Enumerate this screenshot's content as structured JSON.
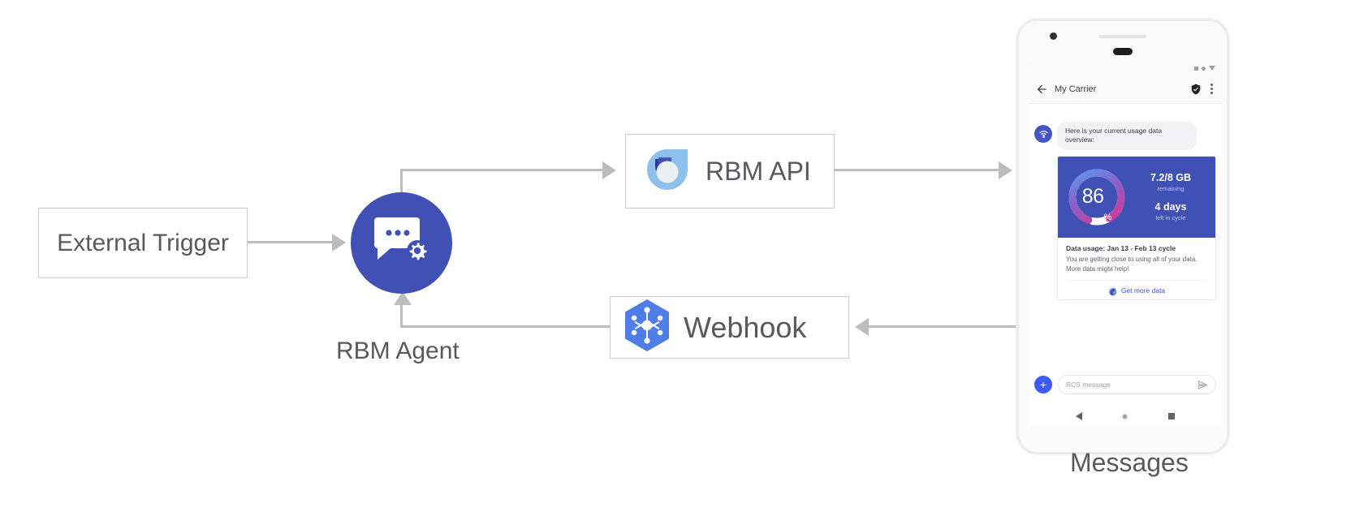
{
  "diagram": {
    "external_trigger": {
      "label": "External Trigger"
    },
    "rbm_agent": {
      "label": "RBM Agent",
      "icon": "chat-gear-icon",
      "color": "#4150b5"
    },
    "rbm_api": {
      "label": "RBM API",
      "icon": "rbm-droplet-icon"
    },
    "webhook": {
      "label": "Webhook",
      "icon": "webhook-hexagon-icon",
      "color": "#4a7ae8"
    },
    "messages_caption": "Messages"
  },
  "phone": {
    "status_bar": {
      "icons": [
        "square-icon",
        "dot-icon",
        "triangle-down-icon"
      ]
    },
    "app_bar": {
      "back_icon": "arrow-back-icon",
      "title": "My Carrier",
      "verified_icon": "verified-shield-icon",
      "overflow_icon": "more-vertical-icon"
    },
    "conversation": {
      "avatar_icon": "rcs-agent-avatar-icon",
      "greeting": "Here is your current usage data overview:",
      "card": {
        "gauge": {
          "percent": "86",
          "percent_symbol": "%",
          "value_used_pct": 86,
          "track_color": "#ffffff",
          "gradient_from": "#5b9bf2",
          "gradient_mid": "#8a5fc8",
          "gradient_to": "#e0338e",
          "panel_color": "#3f51b5"
        },
        "stats": [
          {
            "value": "7.2/8 GB",
            "caption": "remaining"
          },
          {
            "value": "4 days",
            "caption": "left in cycle"
          }
        ],
        "title": "Data usage: Jan 13 - Feb 13 cycle",
        "description": "You are getting close to using all of your data. More data might help!",
        "action": {
          "icon": "globe-icon",
          "label": "Get more data",
          "color": "#4355c7"
        }
      }
    },
    "composer": {
      "plus_icon": "plus-icon",
      "placeholder": "RCS message",
      "value": "",
      "send_icon": "send-icon"
    },
    "nav_bar": {
      "back_icon": "nav-back-icon",
      "home_icon": "nav-home-icon",
      "recents_icon": "nav-recents-icon"
    }
  }
}
